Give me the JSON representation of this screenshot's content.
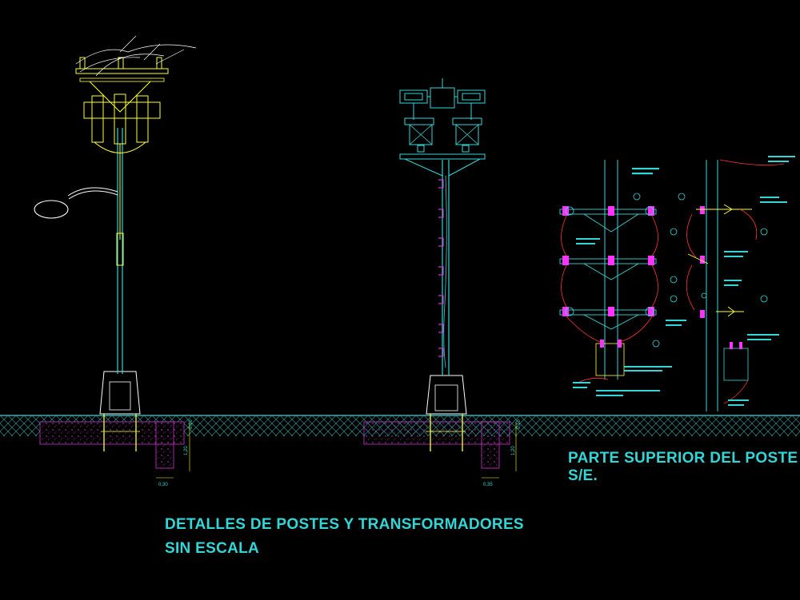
{
  "titles": {
    "main_line1": "DETALLES DE POSTES Y TRANSFORMADORES",
    "main_line2": "SIN ESCALA",
    "side_line1": "PARTE SUPERIOR DEL POSTE",
    "side_line2": "S/E."
  },
  "dimensions": {
    "left_width": "0,30",
    "left_depth": "1,20",
    "left_above": "0,10",
    "mid_width": "0,35",
    "mid_depth": "1,20",
    "mid_above": "0,10"
  },
  "colors": {
    "background": "#000000",
    "cyan": "#33d6d6",
    "yellow": "#ffff33",
    "magenta": "#ff33ff",
    "red": "#ff3333",
    "white": "#ffffff",
    "ground": "#33d6d6"
  }
}
